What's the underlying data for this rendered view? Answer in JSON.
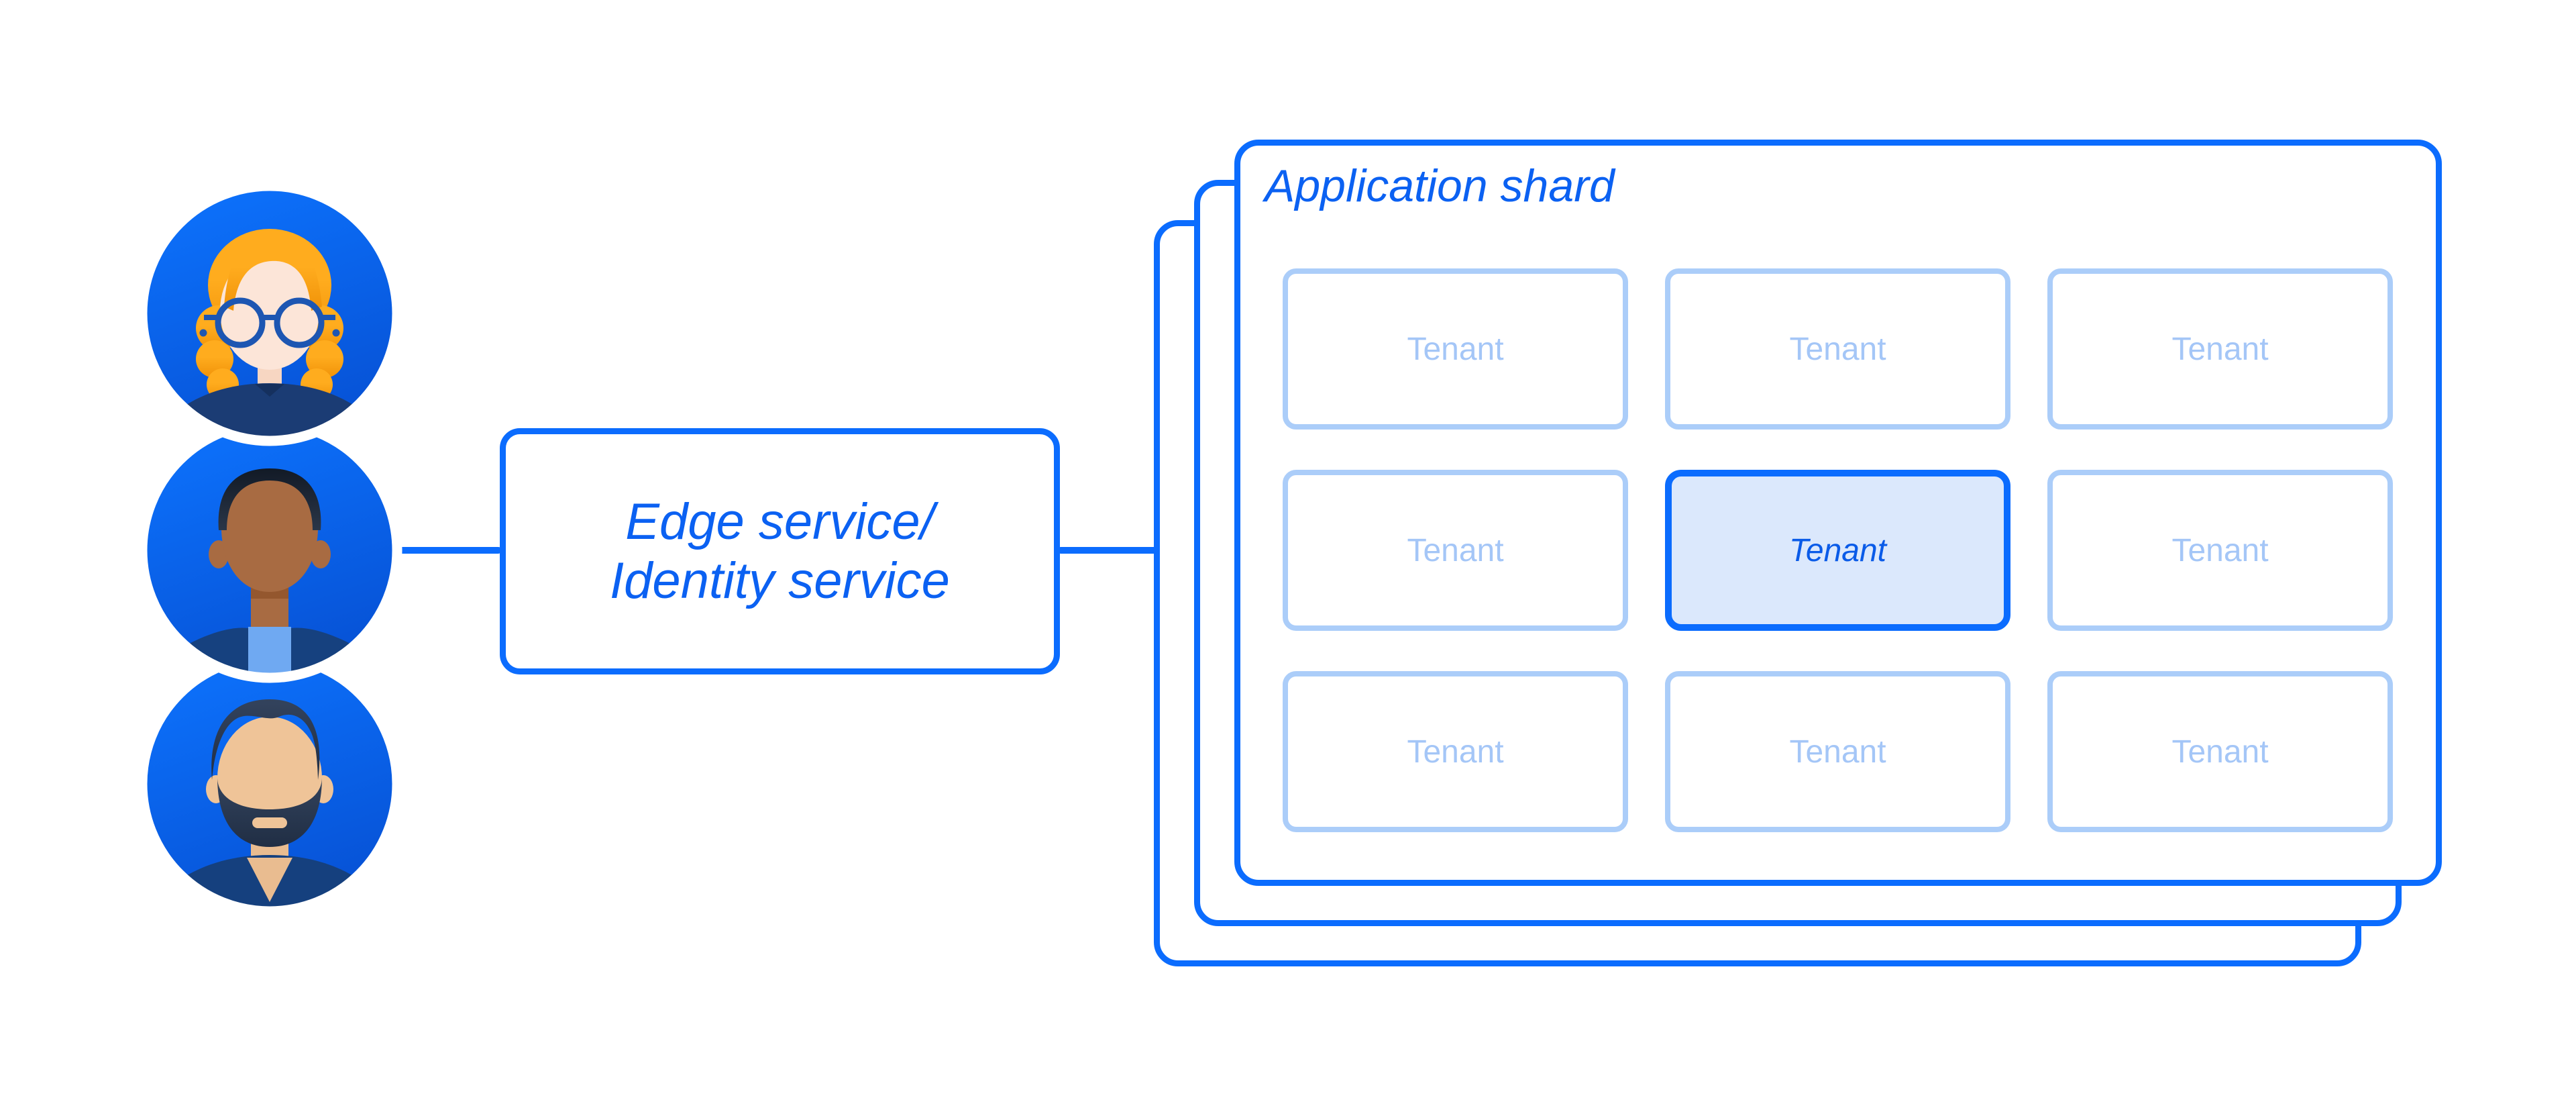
{
  "users": [
    {
      "icon": "avatar-woman-glasses-icon"
    },
    {
      "icon": "avatar-man-icon"
    },
    {
      "icon": "avatar-man-beard-icon"
    }
  ],
  "edge": {
    "lines": [
      "Edge service/",
      "Identity service"
    ]
  },
  "shard": {
    "title": "Application shard",
    "stacked_count": 3,
    "tenants": [
      {
        "label": "Tenant",
        "highlighted": false
      },
      {
        "label": "Tenant",
        "highlighted": false
      },
      {
        "label": "Tenant",
        "highlighted": false
      },
      {
        "label": "Tenant",
        "highlighted": false
      },
      {
        "label": "Tenant",
        "highlighted": true
      },
      {
        "label": "Tenant",
        "highlighted": false
      },
      {
        "label": "Tenant",
        "highlighted": false
      },
      {
        "label": "Tenant",
        "highlighted": false
      },
      {
        "label": "Tenant",
        "highlighted": false
      }
    ]
  },
  "colors": {
    "accent": "#0B6CFE",
    "text_blue": "#0B61F2",
    "tenant_border_light": "#ABCDF9",
    "tenant_text_light": "#A4C6F7",
    "tenant_highlight_fill": "#DBE8FC",
    "tenant_highlight_text": "#0A5BE8",
    "avatar_circle_top": "#0D74FF",
    "avatar_circle_bottom": "#0754D8"
  }
}
